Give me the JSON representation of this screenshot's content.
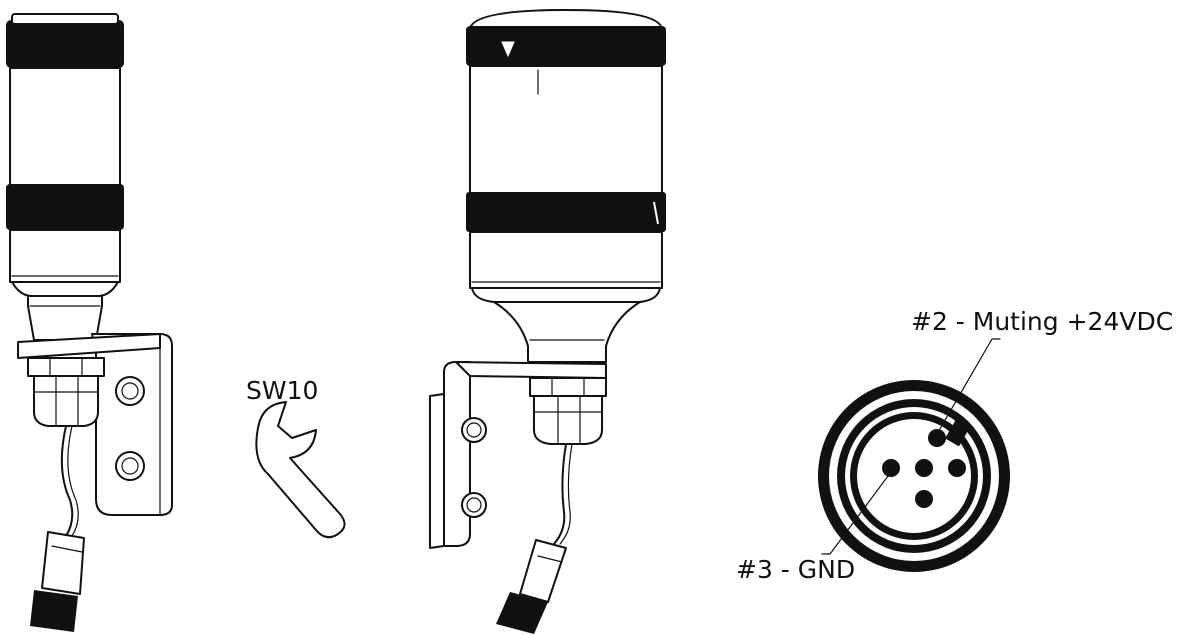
{
  "labels": {
    "wrench": "SW10",
    "pin2": "#2 - Muting +24VDC",
    "pin3": "#3 - GND"
  },
  "colors": {
    "ink": "#111111",
    "paper": "#ffffff"
  },
  "icons": {
    "left_assembly": "signal-tower-with-bracket-icon",
    "wrench": "open-end-wrench-icon",
    "right_assembly": "signal-tower-mounted-icon",
    "connector": "m12-connector-pinout-icon"
  }
}
